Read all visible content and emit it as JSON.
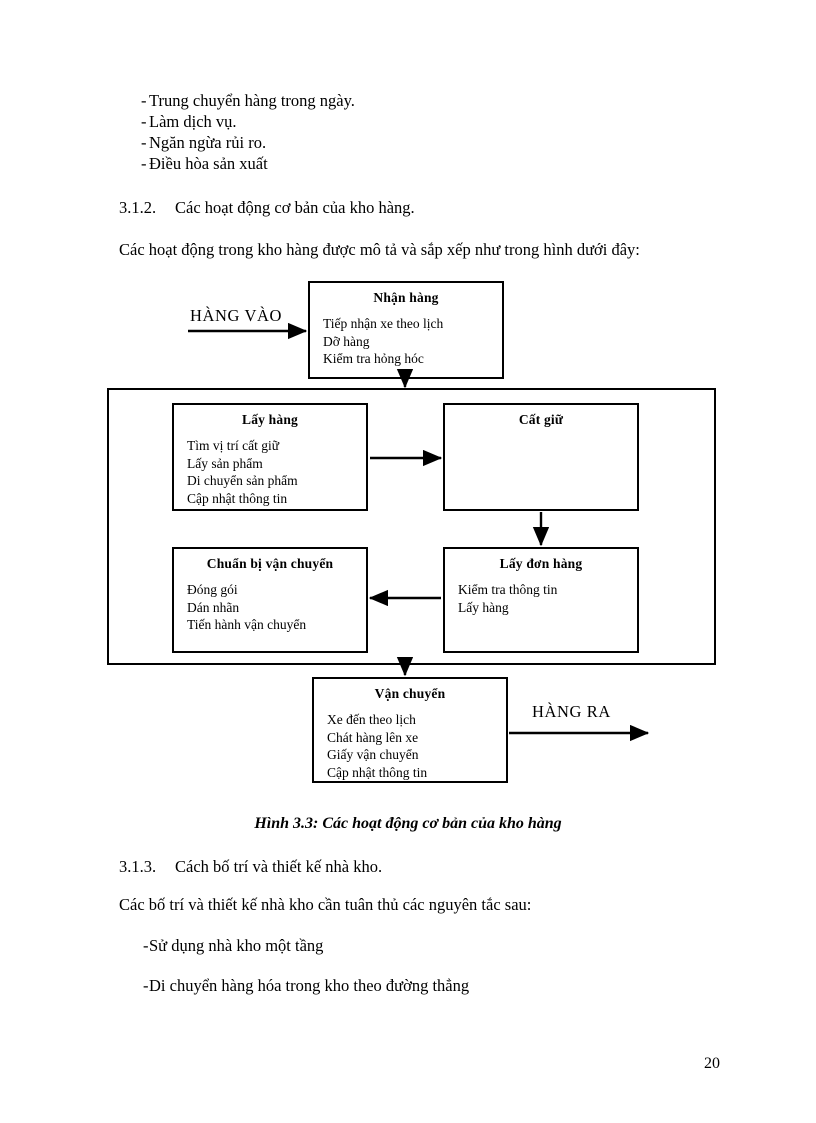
{
  "document": {
    "page_number": "20",
    "intro_bullets": [
      {
        "marker": "-",
        "text": "Trung chuyển hàng trong ngày."
      },
      {
        "marker": "-",
        "text": "Làm dịch vụ."
      },
      {
        "marker": "-",
        "text": "Ngăn ngừa rủi ro."
      },
      {
        "marker": "-",
        "text": "Điều hòa sản xuất"
      }
    ],
    "heading_312": {
      "number": "3.1.2.",
      "title": "Các hoạt động cơ bản của kho hàng."
    },
    "paragraph_intro": "Các hoạt động trong kho hàng được mô tả và sắp xếp như trong hình dưới đây:",
    "figure_caption": "Hình 3.3: Các hoạt động cơ bản của kho hàng",
    "heading_313": {
      "number": "3.1.3.",
      "title": "Cách bố trí và thiết kế nhà kho."
    },
    "paragraph_principles": "Các bố trí và thiết kế nhà kho cần tuân thủ các nguyên tắc sau:",
    "closing_bullets": [
      {
        "marker": "-",
        "text": "Sử dụng nhà kho một tầng"
      },
      {
        "marker": "-",
        "text": "Di chuyển hàng hóa trong kho theo đường thẳng"
      }
    ]
  },
  "figure": {
    "input_label": "HÀNG VÀO",
    "output_label": "HÀNG RA",
    "nodes": [
      {
        "id": "nhan-hang",
        "title": "Nhận hàng",
        "items": [
          "Tiếp nhận xe theo lịch",
          "Dỡ hàng",
          "Kiểm tra hỏng hóc"
        ]
      },
      {
        "id": "lay-hang",
        "title": "Lấy hàng",
        "items": [
          "Tìm vị trí cất giữ",
          "Lấy sản phẩm",
          "Di chuyển sản phẩm",
          "Cập nhật thông tin"
        ]
      },
      {
        "id": "cat-giu",
        "title": "Cất giữ",
        "items": []
      },
      {
        "id": "chuan-bi-van-chuyen",
        "title": "Chuẩn bị vận chuyển",
        "items": [
          "Đóng gói",
          "Dán nhãn",
          "Tiến hành vận chuyển"
        ]
      },
      {
        "id": "lay-don-hang",
        "title": "Lấy đơn hàng",
        "items": [
          "Kiểm tra thông tin",
          "Lấy hàng"
        ]
      },
      {
        "id": "van-chuyen",
        "title": "Vận chuyển",
        "items": [
          "Xe đến theo lịch",
          "Chát hàng lên xe",
          "Giấy vận chuyển",
          "Cập nhật thông tin"
        ]
      }
    ],
    "colors": {
      "stroke": "#000000",
      "fill": "#ffffff",
      "text": "#000000"
    }
  }
}
